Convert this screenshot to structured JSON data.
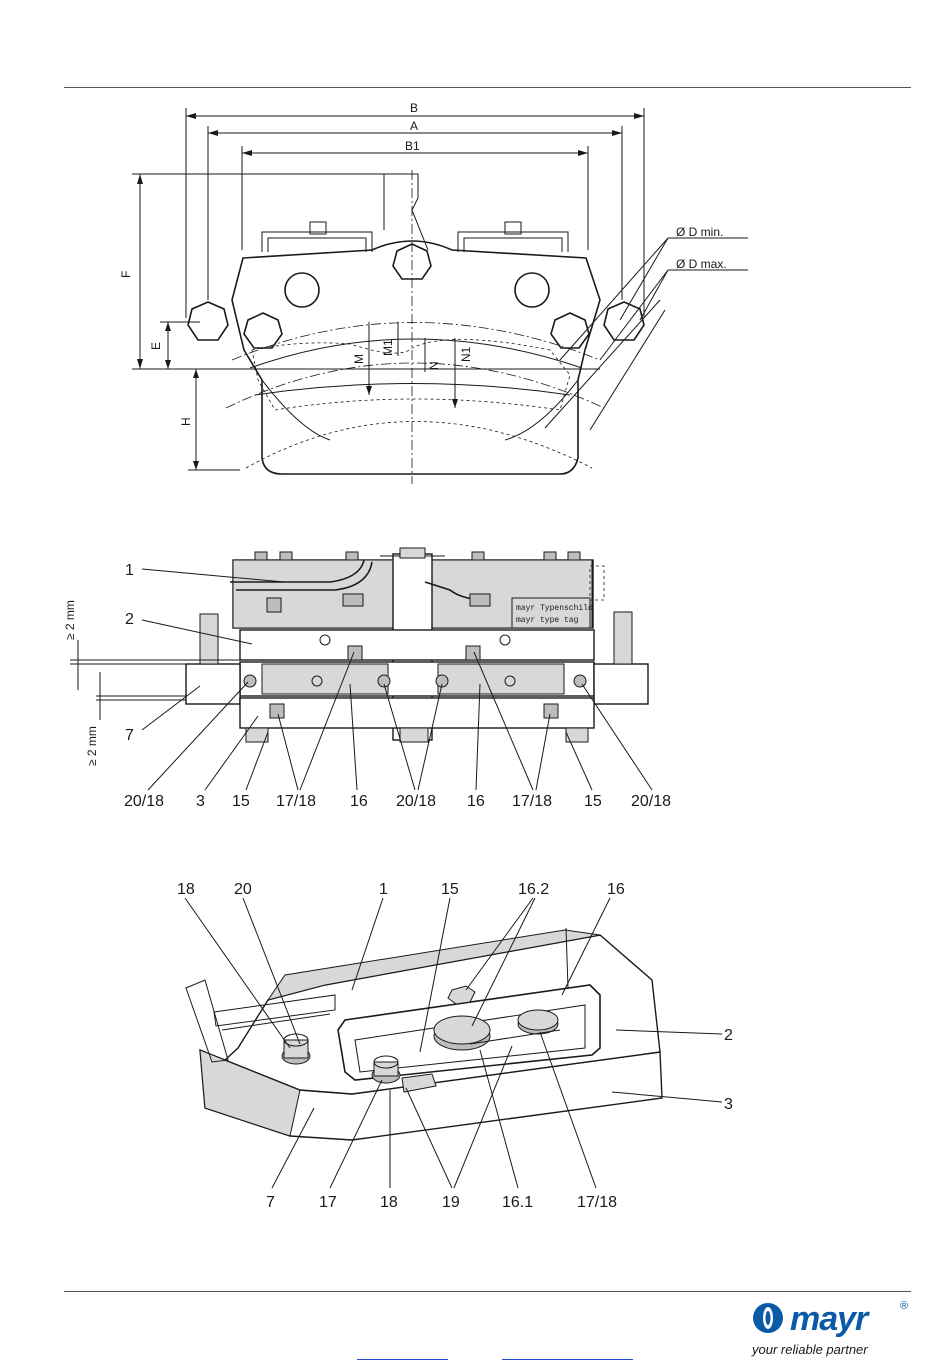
{
  "top_view": {
    "dimensions": [
      "B",
      "A",
      "B1",
      "F",
      "E",
      "H",
      "M",
      "M1",
      "N",
      "N1"
    ],
    "callouts": [
      "Ø D min.",
      "Ø D max."
    ]
  },
  "side_view": {
    "callouts": [
      "1",
      "2",
      "7"
    ],
    "gaps": [
      "≥ 2 mm",
      "≥ 2 mm"
    ],
    "type_tag": [
      "mayr Typenschild",
      "mayr type tag"
    ],
    "bottom_labels": [
      "20/18",
      "3",
      "15",
      "17/18",
      "16",
      "20/18",
      "16",
      "17/18",
      "15",
      "20/18"
    ]
  },
  "iso_view": {
    "top_labels": [
      "18",
      "20",
      "1",
      "15",
      "16.2",
      "16"
    ],
    "right_labels": [
      "2",
      "3"
    ],
    "bottom_labels": [
      "7",
      "17",
      "18",
      "19",
      "16.1",
      "17/18"
    ]
  },
  "logo": {
    "brand": "mayr",
    "registered": "®",
    "tagline": "your reliable partner",
    "brand_color": "#0a5aa8"
  }
}
